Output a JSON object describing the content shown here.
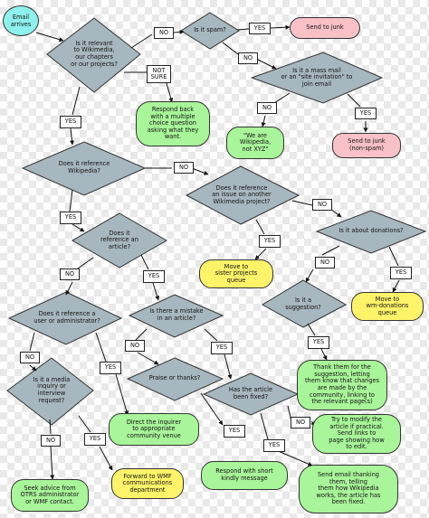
{
  "start": "Email\narrives",
  "decisions": {
    "relevant": "Is it relevant\nto Wikimedia,\nour chapters\nor our projects?",
    "spam": "Is it spam?",
    "mass_mail": "Is it a mass mail\nor an \"site invitation\" to\njoin email",
    "reference_wikipedia": "Does it reference\nWikipedia?",
    "issue_other_project": "Does it reference\nan issue on another\nWikimedia project?",
    "donations": "Is it about donations?",
    "reference_article": "Does it\nreference an\narticle?",
    "suggestion": "Is it a\nsuggestion?",
    "reference_user": "Does it reference a\nuser or administrator?",
    "mistake": "Is there a mistake\nin an article?",
    "media_inquiry": "Is it a media\ninquiry or\ninterview\nrequest?",
    "praise": "Praise or thanks?",
    "fixed": "Has the article\nbeen fixed?"
  },
  "outcomes": {
    "send_junk": "Send to junk",
    "respond_back": "Respond back\nwith a multiple\nchoice question\nasking what they\nwant.",
    "not_xyz": "\"We are\nWikipedia,\nnot XYZ\"",
    "junk_non_spam": "Send to junk\n(non-spam)",
    "sister_projects": "Move to\nsister projects\nqueue",
    "wm_donations": "Move to\nwm-donations\nqueue",
    "thank_suggestion": "Thank them for the\nsuggestion, letting\nthem know that changes\nare made by the\ncommunity, linking to\nthe relevant page(s)",
    "direct_community": "Direct the inquirer\nto appropriate\ncommunity venue",
    "fix_article": "Try to modify the\narticle if practical.\nSend links to\npage showing how\nto edit.",
    "forward_wmf": "Forward to WMF\ncommunications\ndepartment",
    "short_reply": "Respond with short\nkindly message",
    "seek_advice": "Seek advice from\nOTRS administrator\nor WMF contact.",
    "send_thanks": "Send email thanking\nthem, telling\nthem how Wikipedia\nworks, the article has\nbeen fixed."
  },
  "labels": {
    "yes": "YES",
    "no": "NO",
    "not_sure": "NOT\nSURE"
  },
  "colors": {
    "green": "#a9f59a",
    "yellow": "#fff36a",
    "pink": "#f8c1c8",
    "cyan": "#8ef1ee"
  }
}
